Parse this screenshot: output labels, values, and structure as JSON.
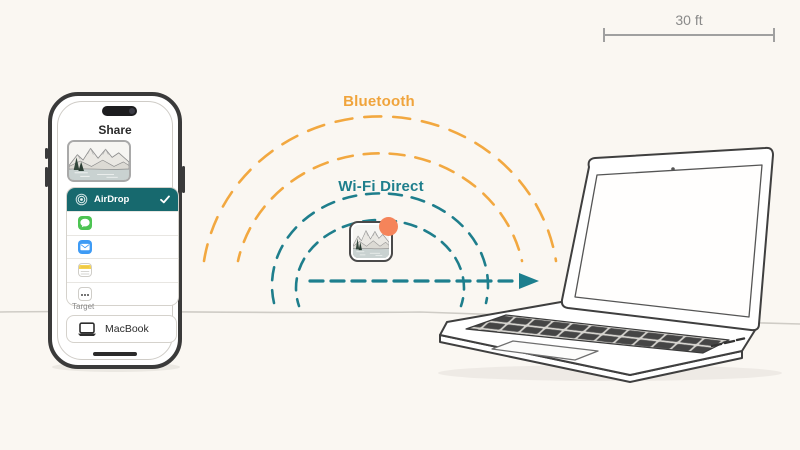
{
  "scene": {
    "background_color": "#faf7f2",
    "distance_scale": {
      "label": "30 ft"
    },
    "bluetooth_range": {
      "label": "Bluetooth",
      "color": "#f0a43c"
    },
    "wifi_direct_range": {
      "label": "Wi-Fi Direct",
      "color": "#1e7e8c"
    },
    "transfer_file": {
      "icon": "mountain-photo-thumbnail",
      "badge_color": "#f5845a"
    },
    "laptop_illustration": "macbook-line-drawing"
  },
  "phone": {
    "share_sheet": {
      "title": "Share",
      "photo_preview_icon": "mountain-photo-thumbnail",
      "airdrop_option": {
        "label": "AirDrop",
        "icon": "airdrop-icon",
        "selected": true,
        "selected_color": "#17696e",
        "check_icon": "checkmark-icon"
      },
      "app_options": [
        {
          "icon": "messages-icon",
          "color": "#4dc453"
        },
        {
          "icon": "mail-icon",
          "color": "#3e9bf5"
        },
        {
          "icon": "notes-icon",
          "color": "#f6d350"
        },
        {
          "icon": "more-icon",
          "color": "#ffffff"
        }
      ],
      "target_section": {
        "label": "Target",
        "device": {
          "icon": "laptop-icon",
          "label": "MacBook"
        }
      }
    }
  }
}
